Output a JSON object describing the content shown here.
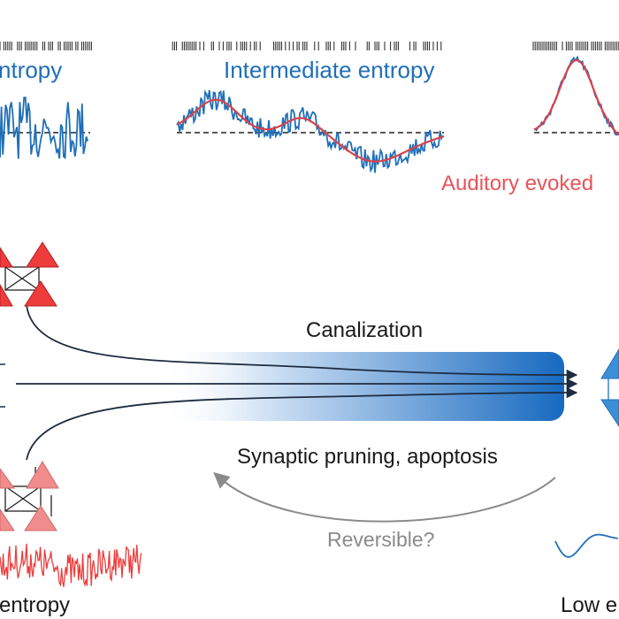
{
  "labels": {
    "high_entropy_fragment": "ntropy",
    "intermediate_entropy": "Intermediate entropy",
    "auditory_evoked_fragment": "Auditory evoked",
    "canalization": "Canalization",
    "synaptic_pruning": "Synaptic pruning, apoptosis",
    "reversible": "Reversible?",
    "bottom_left_fragment": "entropy",
    "bottom_right_fragment": "Low e"
  },
  "colors": {
    "signal_blue": "#1f6fb8",
    "fit_red": "#d9434a",
    "neuron_red": "#ee3b3b",
    "neuron_pink": "#f08c8c",
    "neuron_blue": "#3b8fd6",
    "arrow_dark": "#1e2b40",
    "gradient_end": "#1769c0",
    "reversible_grey": "#8a8a8a"
  }
}
